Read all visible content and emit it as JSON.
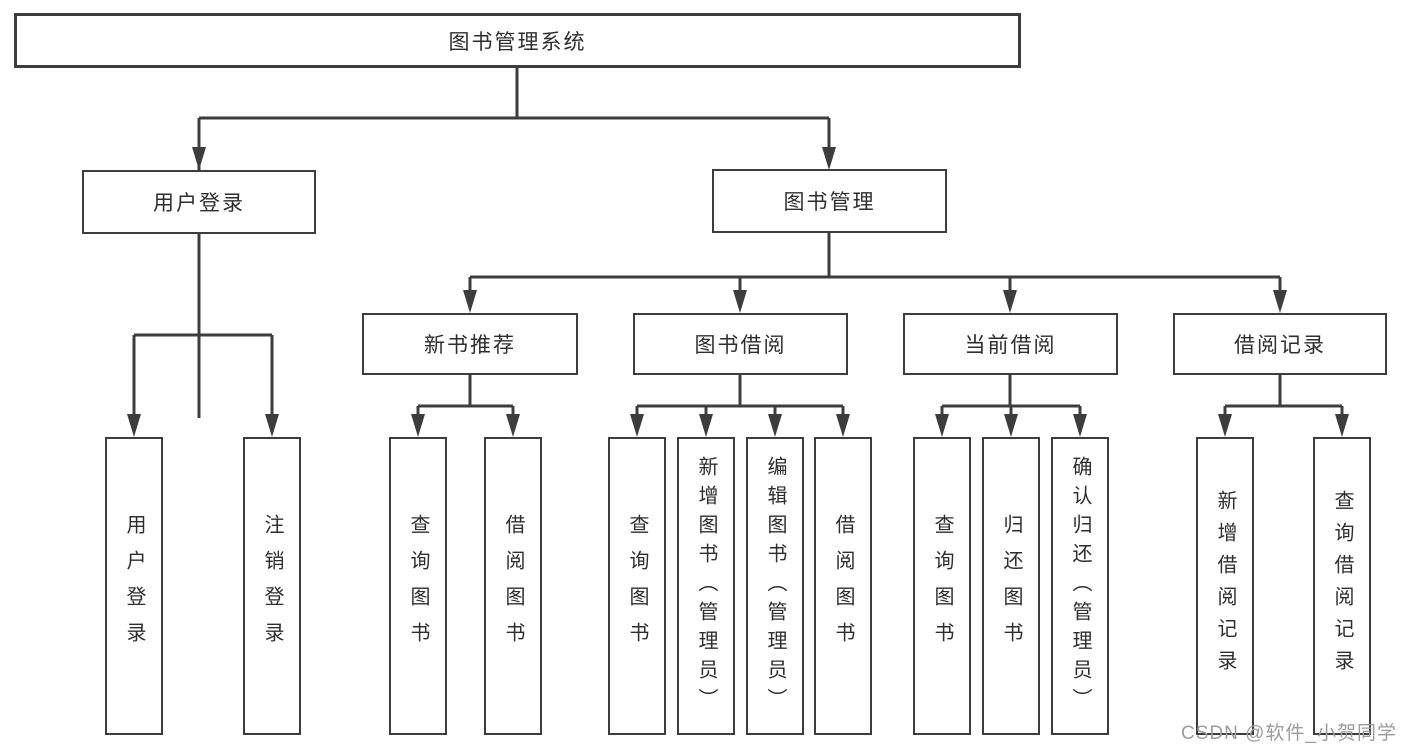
{
  "diagram": {
    "type": "tree",
    "root": {
      "label": "图书管理系统"
    },
    "branches": [
      {
        "label": "用户登录",
        "children": [
          {
            "label": "用户登录"
          },
          {
            "label": "注销登录"
          }
        ]
      },
      {
        "label": "图书管理",
        "children": [
          {
            "label": "新书推荐",
            "children": [
              {
                "label": "查询图书"
              },
              {
                "label": "借阅图书"
              }
            ]
          },
          {
            "label": "图书借阅",
            "children": [
              {
                "label": "查询图书"
              },
              {
                "label": "新增图书（管理员）"
              },
              {
                "label": "编辑图书（管理员）"
              },
              {
                "label": "借阅图书"
              }
            ]
          },
          {
            "label": "当前借阅",
            "children": [
              {
                "label": "查询图书"
              },
              {
                "label": "归还图书"
              },
              {
                "label": "确认归还（管理员）"
              }
            ]
          },
          {
            "label": "借阅记录",
            "children": [
              {
                "label": "新增借阅记录"
              },
              {
                "label": "查询借阅记录"
              }
            ]
          }
        ]
      }
    ]
  },
  "watermark": {
    "text": "CSDN @软件_小贺同学"
  },
  "colors": {
    "line": "#3d3d3d",
    "box_border": "#3d3d3d",
    "box_background": "#ffffff",
    "text": "#2e2e2e",
    "watermark": "#9c9c9c",
    "background": "#ffffff"
  }
}
